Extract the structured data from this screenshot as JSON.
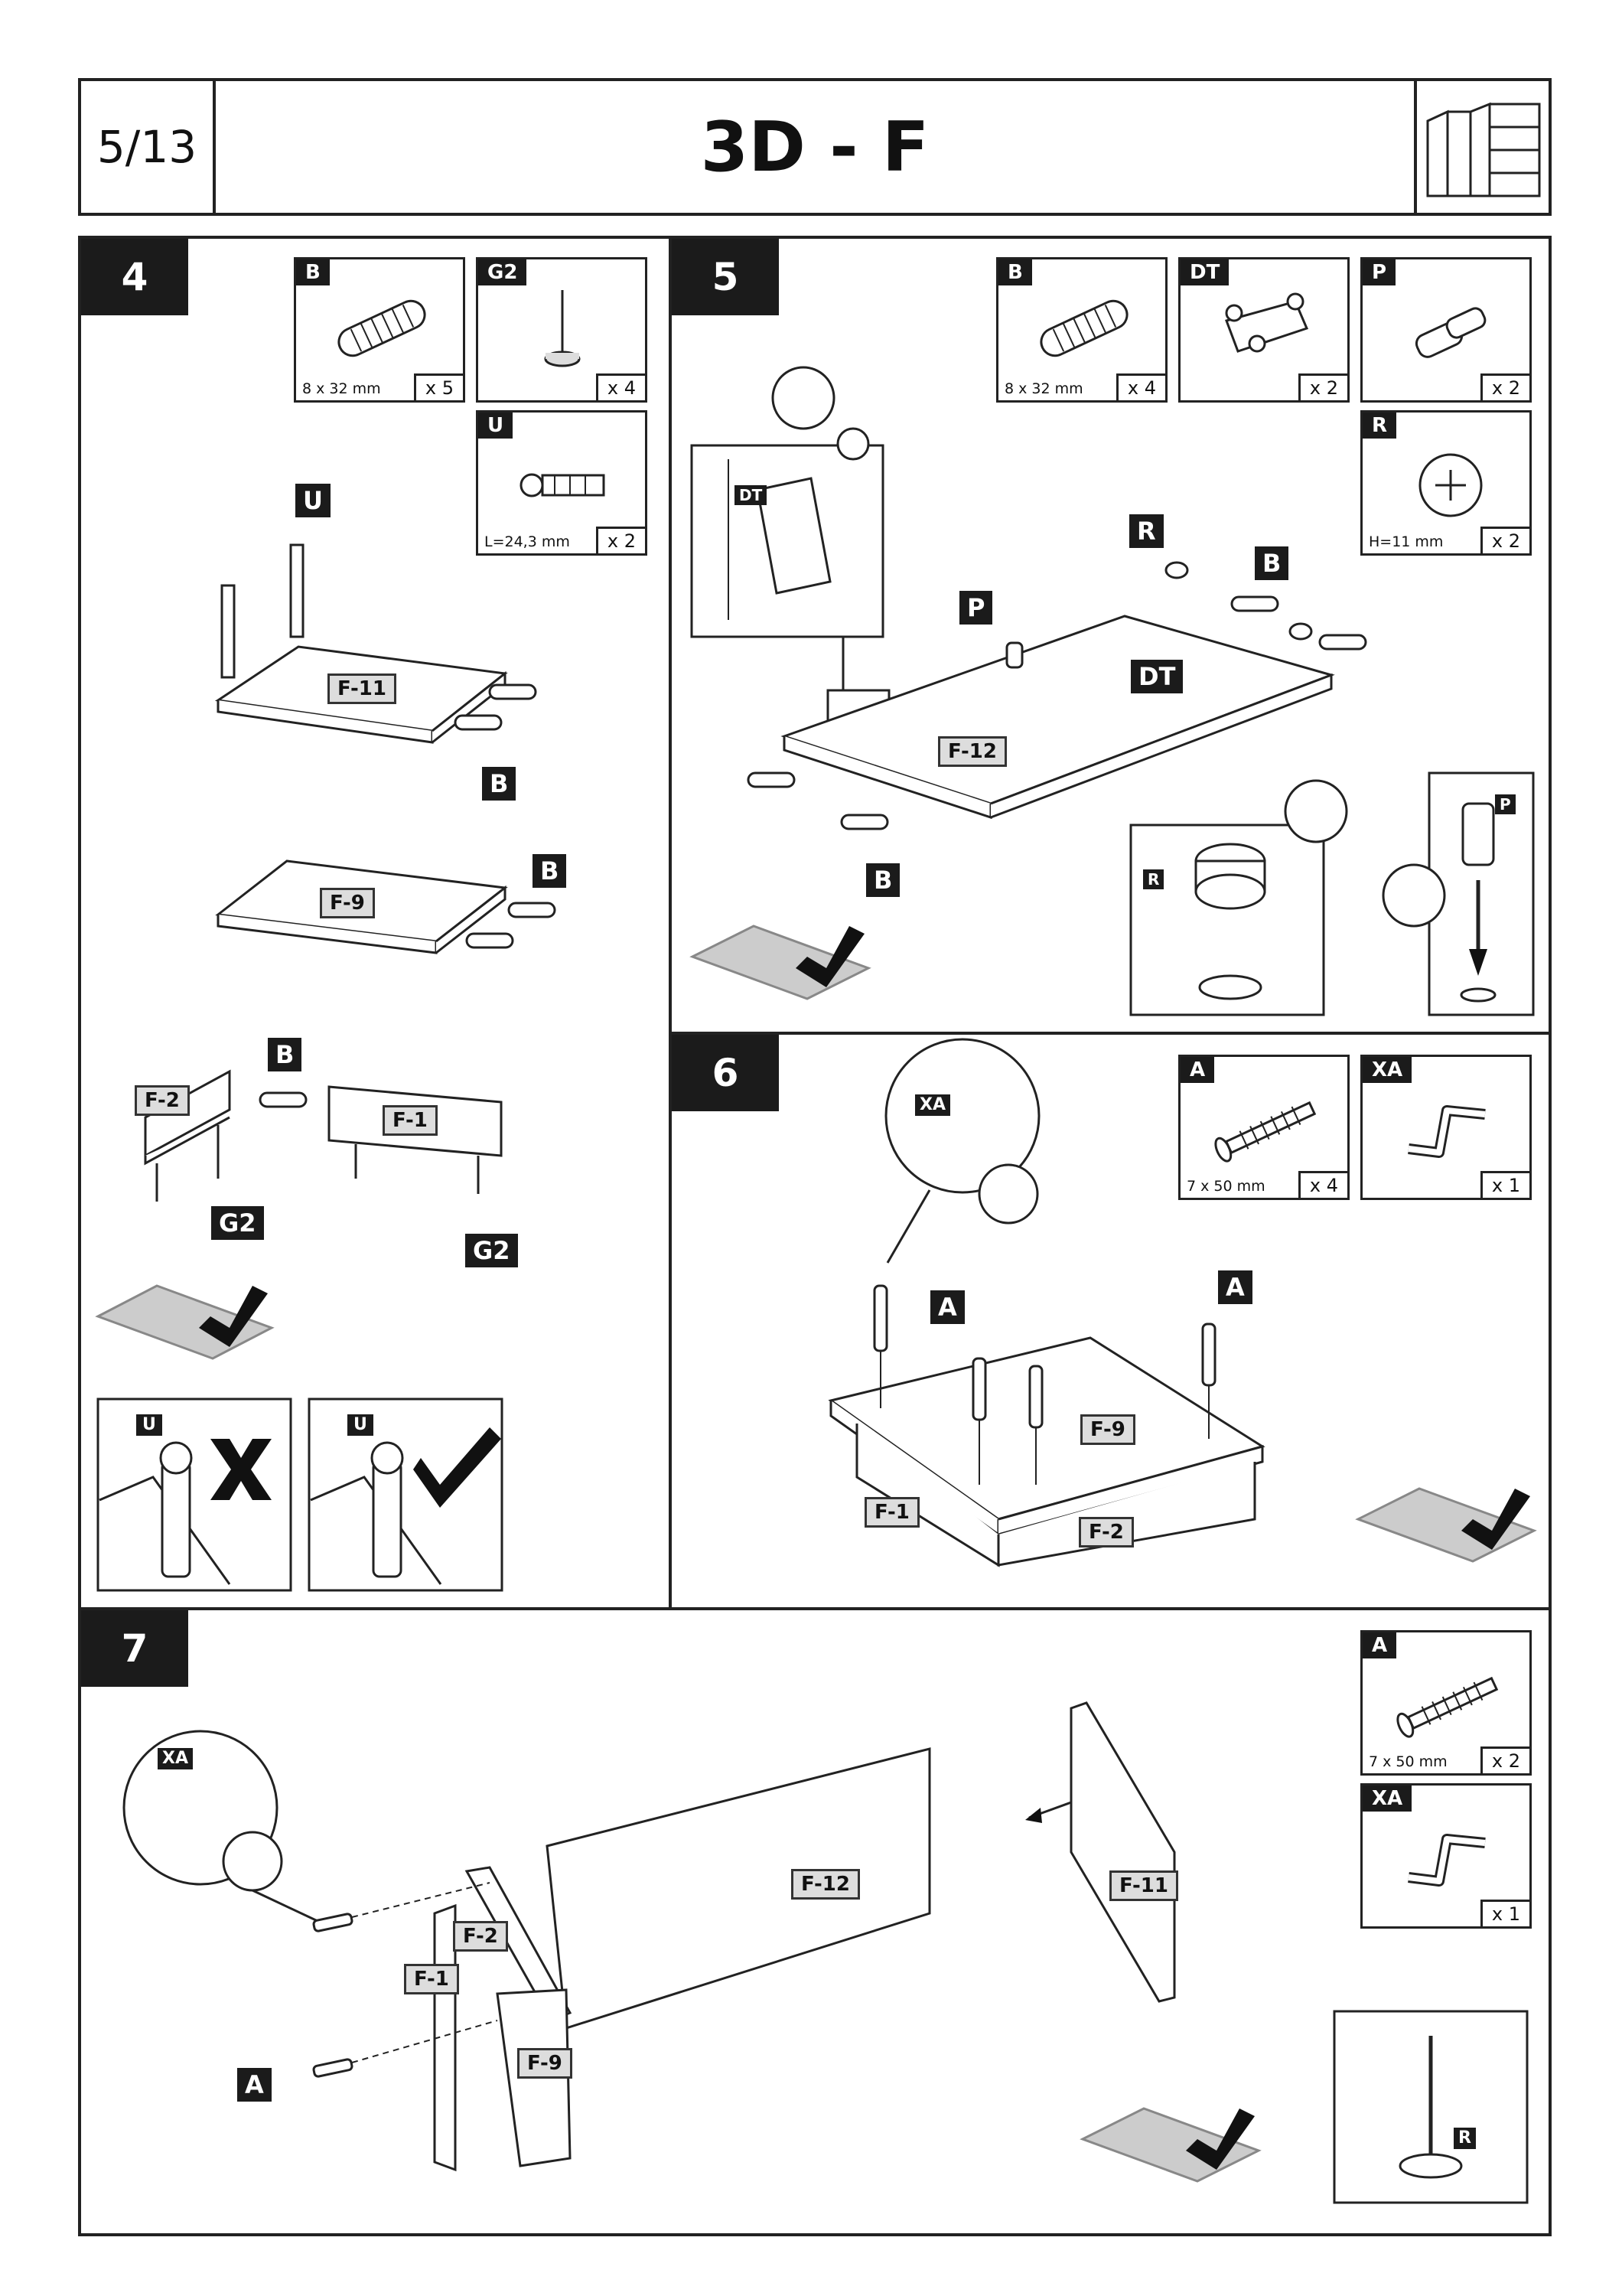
{
  "header": {
    "page": "5/13",
    "title": "3D - F"
  },
  "steps": {
    "s4": "4",
    "s5": "5",
    "s6": "6",
    "s7": "7"
  },
  "parts": {
    "p4B": {
      "tag": "B",
      "dim": "8 x 32 mm",
      "qty": "x 5"
    },
    "p4G2": {
      "tag": "G2",
      "qty": "x 4"
    },
    "p4U": {
      "tag": "U",
      "dim": "L=24,3 mm",
      "qty": "x 2"
    },
    "p5B": {
      "tag": "B",
      "dim": "8 x 32 mm",
      "qty": "x 4"
    },
    "p5DT": {
      "tag": "DT",
      "qty": "x 2"
    },
    "p5P": {
      "tag": "P",
      "qty": "x 2"
    },
    "p5R": {
      "tag": "R",
      "dim": "H=11 mm",
      "qty": "x 2"
    },
    "p6A": {
      "tag": "A",
      "dim": "7 x 50 mm",
      "qty": "x 4"
    },
    "p6XA": {
      "tag": "XA",
      "qty": "x 1"
    },
    "p7A": {
      "tag": "A",
      "dim": "7 x 50 mm",
      "qty": "x 2"
    },
    "p7XA": {
      "tag": "XA",
      "qty": "x 1"
    }
  },
  "labels": {
    "s4": {
      "U": "U",
      "F11": "F-11",
      "B1": "B",
      "F9": "F-9",
      "B2": "B",
      "B3": "B",
      "F2": "F-2",
      "F1": "F-1",
      "G2a": "G2",
      "G2b": "G2",
      "Uw": "U",
      "Ur": "U"
    },
    "s5": {
      "DT1": "DT",
      "P1": "P",
      "R1": "R",
      "B1": "B",
      "DT2": "DT",
      "F12": "F-12",
      "B2": "B",
      "R2": "R",
      "P2": "P"
    },
    "s6": {
      "XA": "XA",
      "A1": "A",
      "A2": "A",
      "F9": "F-9",
      "F1": "F-1",
      "F2": "F-2"
    },
    "s7": {
      "XA": "XA",
      "F12": "F-12",
      "F11": "F-11",
      "F2": "F-2",
      "F1": "F-1",
      "F9": "F-9",
      "A": "A",
      "R": "R"
    }
  }
}
